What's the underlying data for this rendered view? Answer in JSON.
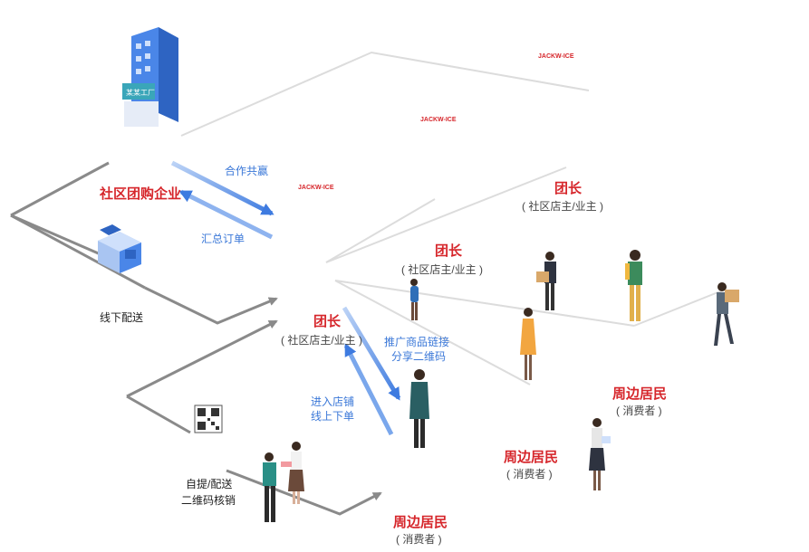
{
  "labels": {
    "enterprise": "社区团购企业",
    "win_win": "合作共赢",
    "summary_order": "汇总订单",
    "offline_delivery": "线下配送",
    "group_leader": "团长",
    "leader_sub": "( 社区店主/业主 )",
    "promote_line1": "推广商品链接",
    "promote_line2": "分享二维码",
    "enter_line1": "进入店铺",
    "enter_line2": "线上下单",
    "pickup_line1": "自提/配送",
    "pickup_line2": "二维码核销",
    "residents": "周边居民",
    "consumer_sub": "( 消费者 )"
  },
  "store_sign": "JACKW-ICE",
  "building_sign": "某某工厂",
  "colors": {
    "red": "#d6262b",
    "blue": "#4a86e8",
    "gray_line": "#8a8a8a",
    "light_line": "#d8d8d8",
    "store_red": "#e8474b",
    "awning": "#f0a04b"
  }
}
